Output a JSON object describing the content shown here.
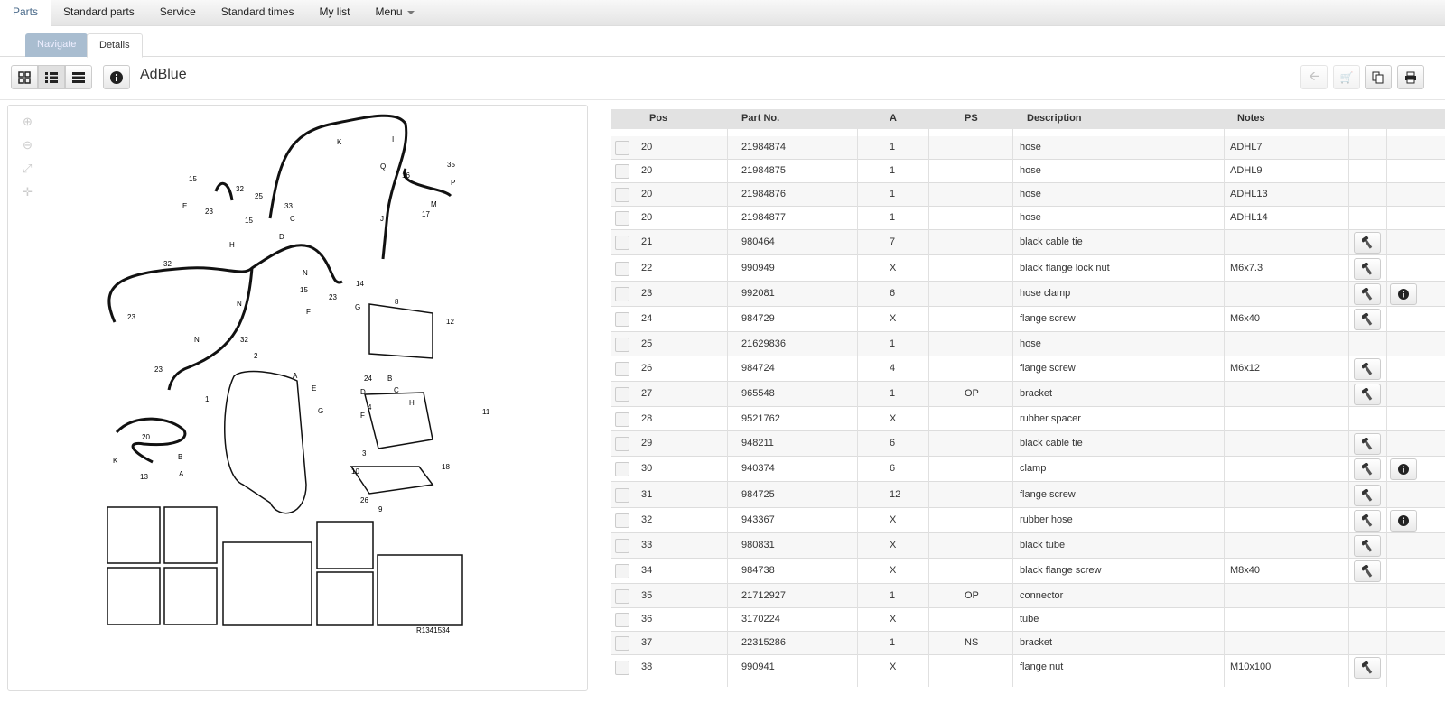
{
  "topnav": [
    "Parts",
    "Standard parts",
    "Service",
    "Standard times",
    "My list",
    "Menu"
  ],
  "subtabs": {
    "navigate": "Navigate",
    "details": "Details"
  },
  "title": "AdBlue",
  "table": {
    "headers": {
      "pos": "Pos",
      "part": "Part No.",
      "a": "A",
      "ps": "PS",
      "desc": "Description",
      "notes": "Notes"
    },
    "rows": [
      {
        "pos": "20",
        "part": "21984874",
        "a": "1",
        "ps": "",
        "desc": "hose",
        "notes": "ADHL7",
        "screw": false,
        "info": false
      },
      {
        "pos": "20",
        "part": "21984875",
        "a": "1",
        "ps": "",
        "desc": "hose",
        "notes": "ADHL9",
        "screw": false,
        "info": false
      },
      {
        "pos": "20",
        "part": "21984876",
        "a": "1",
        "ps": "",
        "desc": "hose",
        "notes": "ADHL13",
        "screw": false,
        "info": false
      },
      {
        "pos": "20",
        "part": "21984877",
        "a": "1",
        "ps": "",
        "desc": "hose",
        "notes": "ADHL14",
        "screw": false,
        "info": false
      },
      {
        "pos": "21",
        "part": "980464",
        "a": "7",
        "ps": "",
        "desc": "black cable tie",
        "notes": "",
        "screw": true,
        "info": false
      },
      {
        "pos": "22",
        "part": "990949",
        "a": "X",
        "ps": "",
        "desc": "black flange lock nut",
        "notes": "M6x7.3",
        "screw": true,
        "info": false
      },
      {
        "pos": "23",
        "part": "992081",
        "a": "6",
        "ps": "",
        "desc": "hose clamp",
        "notes": "",
        "screw": true,
        "info": true
      },
      {
        "pos": "24",
        "part": "984729",
        "a": "X",
        "ps": "",
        "desc": "flange screw",
        "notes": "M6x40",
        "screw": true,
        "info": false
      },
      {
        "pos": "25",
        "part": "21629836",
        "a": "1",
        "ps": "",
        "desc": "hose",
        "notes": "",
        "screw": false,
        "info": false
      },
      {
        "pos": "26",
        "part": "984724",
        "a": "4",
        "ps": "",
        "desc": "flange screw",
        "notes": "M6x12",
        "screw": true,
        "info": false
      },
      {
        "pos": "27",
        "part": "965548",
        "a": "1",
        "ps": "OP",
        "desc": "bracket",
        "notes": "",
        "screw": true,
        "info": false
      },
      {
        "pos": "28",
        "part": "9521762",
        "a": "X",
        "ps": "",
        "desc": "rubber spacer",
        "notes": "",
        "screw": false,
        "info": false
      },
      {
        "pos": "29",
        "part": "948211",
        "a": "6",
        "ps": "",
        "desc": "black cable tie",
        "notes": "",
        "screw": true,
        "info": false
      },
      {
        "pos": "30",
        "part": "940374",
        "a": "6",
        "ps": "",
        "desc": "clamp",
        "notes": "",
        "screw": true,
        "info": true
      },
      {
        "pos": "31",
        "part": "984725",
        "a": "12",
        "ps": "",
        "desc": "flange screw",
        "notes": "",
        "screw": true,
        "info": false
      },
      {
        "pos": "32",
        "part": "943367",
        "a": "X",
        "ps": "",
        "desc": "rubber hose",
        "notes": "",
        "screw": true,
        "info": true
      },
      {
        "pos": "33",
        "part": "980831",
        "a": "X",
        "ps": "",
        "desc": "black tube",
        "notes": "",
        "screw": true,
        "info": false
      },
      {
        "pos": "34",
        "part": "984738",
        "a": "X",
        "ps": "",
        "desc": "black flange screw",
        "notes": "M8x40",
        "screw": true,
        "info": false
      },
      {
        "pos": "35",
        "part": "21712927",
        "a": "1",
        "ps": "OP",
        "desc": "connector",
        "notes": "",
        "screw": false,
        "info": false
      },
      {
        "pos": "36",
        "part": "3170224",
        "a": "X",
        "ps": "",
        "desc": "tube",
        "notes": "",
        "screw": false,
        "info": false
      },
      {
        "pos": "37",
        "part": "22315286",
        "a": "1",
        "ps": "NS",
        "desc": "bracket",
        "notes": "",
        "screw": false,
        "info": false
      },
      {
        "pos": "38",
        "part": "990941",
        "a": "X",
        "ps": "",
        "desc": "flange nut",
        "notes": "M10x100",
        "screw": true,
        "info": false
      }
    ]
  },
  "diagram": {
    "id": "R1341534",
    "labels": [
      "K",
      "I",
      "Q",
      "16",
      "35",
      "P",
      "M",
      "J",
      "17",
      "15",
      "32",
      "E",
      "23",
      "15",
      "H",
      "25",
      "33",
      "C",
      "D",
      "32",
      "N",
      "15",
      "23",
      "14",
      "F",
      "G",
      "N",
      "23",
      "N",
      "32",
      "2",
      "23",
      "8",
      "12",
      "1",
      "A",
      "E",
      "G",
      "24",
      "B",
      "C",
      "D",
      "4",
      "F",
      "H",
      "11",
      "3",
      "10",
      "26",
      "9",
      "18",
      "20",
      "K",
      "B",
      "13",
      "A"
    ]
  }
}
